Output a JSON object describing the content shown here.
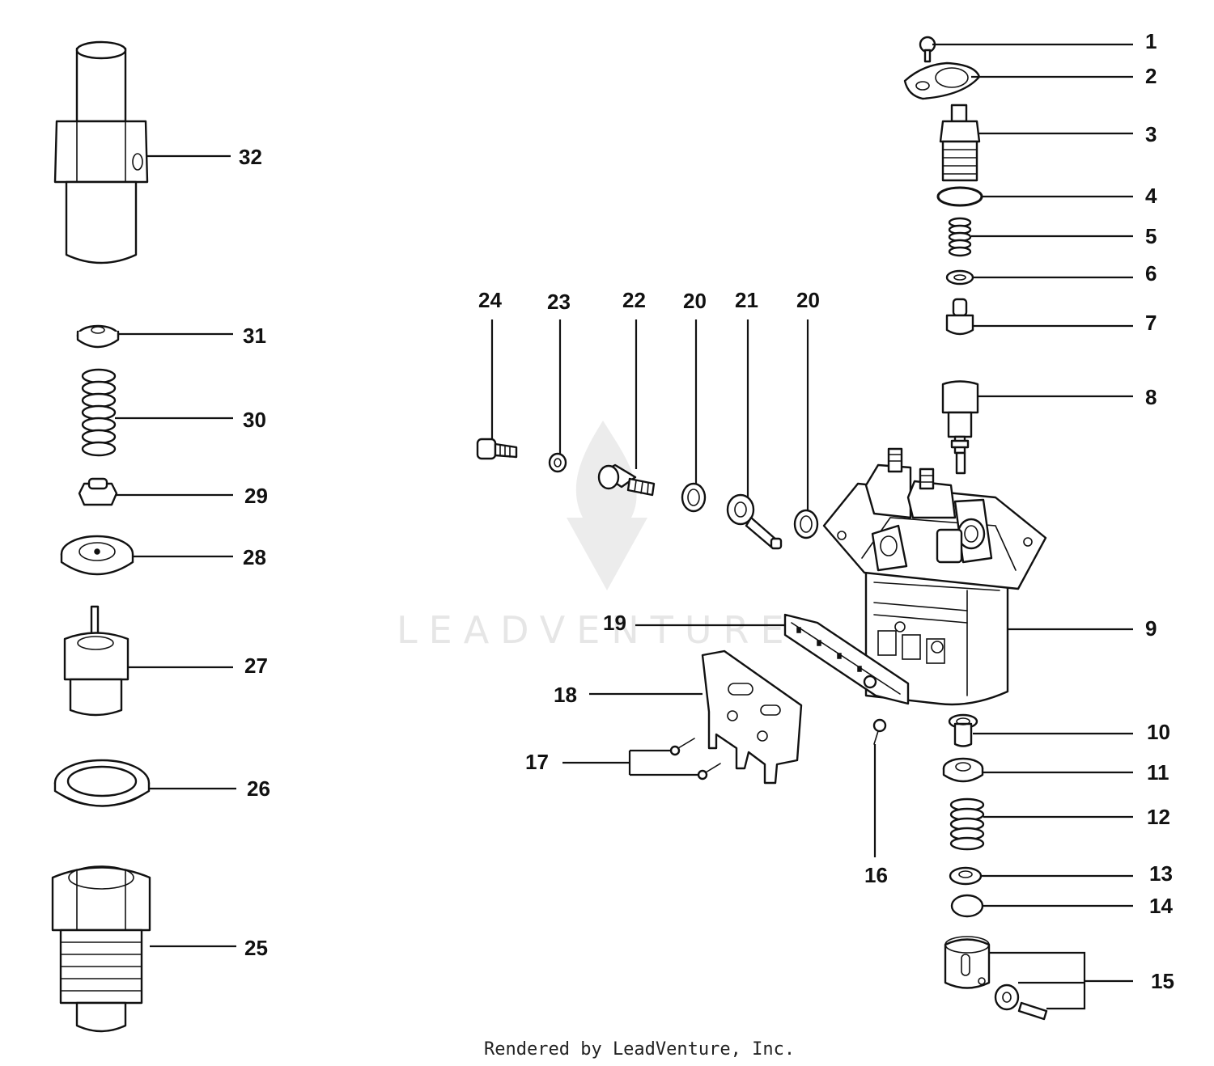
{
  "watermark": {
    "text": "LEADVENTURE"
  },
  "footer": {
    "text": "Rendered by LeadVenture, Inc."
  },
  "callouts": {
    "c1": "1",
    "c2": "2",
    "c3": "3",
    "c4": "4",
    "c5": "5",
    "c6": "6",
    "c7": "7",
    "c8": "8",
    "c9": "9",
    "c10": "10",
    "c11": "11",
    "c12": "12",
    "c13": "13",
    "c14": "14",
    "c15": "15",
    "c16": "16",
    "c17": "17",
    "c18": "18",
    "c19": "19",
    "c20a": "20",
    "c20b": "20",
    "c21": "21",
    "c22": "22",
    "c23": "23",
    "c24": "24",
    "c25": "25",
    "c26": "26",
    "c27": "27",
    "c28": "28",
    "c29": "29",
    "c30": "30",
    "c31": "31",
    "c32": "32"
  }
}
